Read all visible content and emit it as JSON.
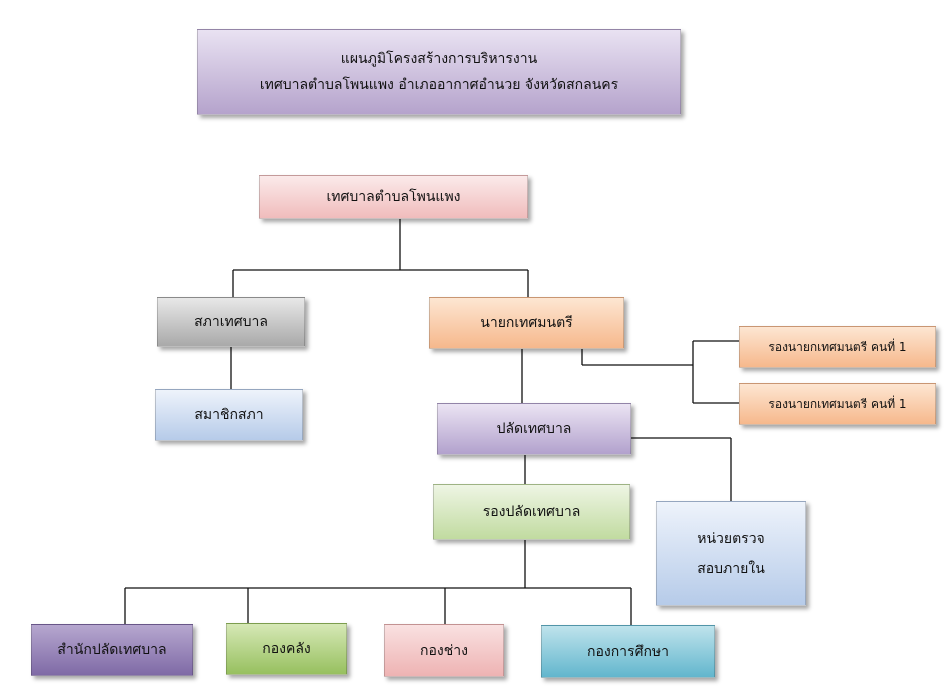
{
  "title": {
    "line1": "แผนภูมิโครงสร้างการบริหารงาน",
    "line2": "เทศบาลตำบลโพนแพง  อำเภออากาศอำนวย  จังหวัดสกลนคร"
  },
  "nodes": {
    "top": "เทศบาลตำบลโพนแพง",
    "council": "สภาเทศบาล",
    "council_member": "สมาชิกสภา",
    "mayor": "นายกเทศมนตรี",
    "deputy_mayor_1": "รองนายกเทศมนตรี คนที่ 1",
    "deputy_mayor_2": "รองนายกเทศมนตรี คนที่ 1",
    "clerk": "ปลัดเทศบาล",
    "deputy_clerk": "รองปลัดเทศบาล",
    "audit_line1": "หน่วยตรวจ",
    "audit_line2": "สอบภายใน",
    "office_clerk": "สำนักปลัดเทศบาล",
    "finance": "กองคลัง",
    "works": "กองช่าง",
    "education": "กองการศึกษา"
  },
  "colors": {
    "title": "#c7b8dc",
    "top": "#f5cfcf",
    "council": "#bfbfbf",
    "council_member": "#cbdaf0",
    "mayor": "#f9c9a4",
    "deputy_mayor": "#f9c9a4",
    "clerk": "#c8badc",
    "deputy_clerk": "#d5e7bf",
    "audit": "#cbdaf0",
    "office_clerk": "#9b8abb",
    "finance": "#b3d48a",
    "works": "#f3c8c8",
    "education": "#86c8d9"
  }
}
